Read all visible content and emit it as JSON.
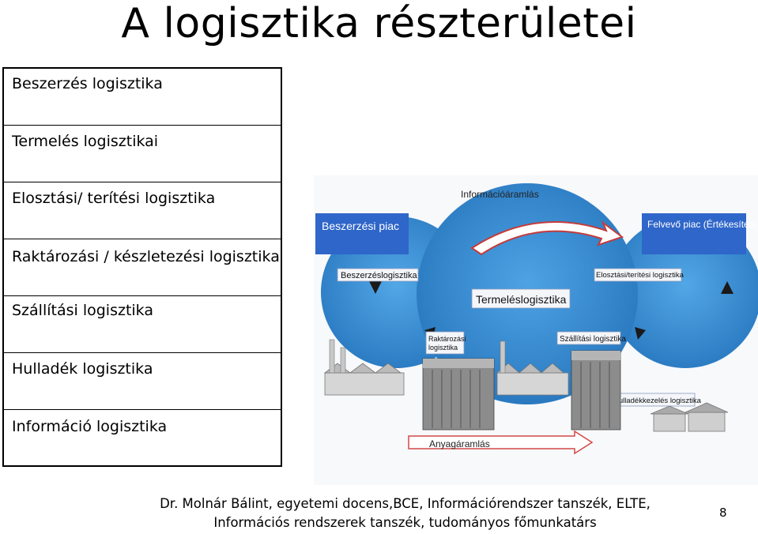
{
  "slide": {
    "title": "A logisztika részterületei",
    "list_items": [
      "Beszerzés logisztika",
      "Termelés logisztikai",
      "Elosztási/ terítési logisztika",
      "Raktározási / készletezési logisztika",
      "Szállítási logisztika",
      "Hulladék logisztika",
      "Információ logisztika"
    ],
    "diagram": {
      "info_flow": "Információáramlás",
      "supply_market": "Beszerzési piac",
      "sales_market": "Felvevő piac (Értékesítés)",
      "procurement": "Beszerzéslogisztika",
      "distribution": "Elosztási/terítési logisztika",
      "production": "Termeléslogisztika",
      "warehousing_l1": "Raktározási",
      "warehousing_l2": "logisztika",
      "transport": "Szállítási logisztika",
      "waste": "Hulladékkezelés logisztika",
      "material_flow": "Anyagáramlás"
    },
    "footer_line1": "Dr. Molnár Bálint, egyetemi docens,BCE, Információrendszer tanszék, ELTE,",
    "footer_line2": "Információs rendszerek tanszék, tudományos főmunkatárs",
    "page_number": "8",
    "colors": {
      "circle": "#3d8fd4",
      "label_box": "#2f66c9",
      "arrow": "#d44848"
    }
  }
}
